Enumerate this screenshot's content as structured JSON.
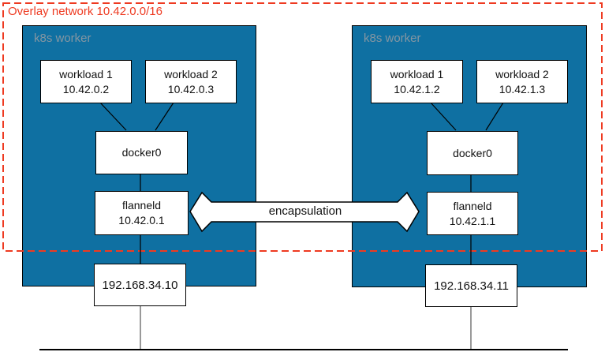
{
  "overlay": {
    "label": "Overlay network 10.42.0.0/16"
  },
  "workers": [
    {
      "label": "k8s worker",
      "workloads": [
        {
          "name": "workload 1",
          "ip": "10.42.0.2"
        },
        {
          "name": "workload 2",
          "ip": "10.42.0.3"
        }
      ],
      "bridge": {
        "name": "docker0"
      },
      "flannel": {
        "name": "flanneld",
        "ip": "10.42.0.1"
      },
      "host_ip": "192.168.34.10"
    },
    {
      "label": "k8s worker",
      "workloads": [
        {
          "name": "workload 1",
          "ip": "10.42.1.2"
        },
        {
          "name": "workload 2",
          "ip": "10.42.1.3"
        }
      ],
      "bridge": {
        "name": "docker0"
      },
      "flannel": {
        "name": "flanneld",
        "ip": "10.42.1.1"
      },
      "host_ip": "192.168.34.11"
    }
  ],
  "arrow": {
    "label": "encapsulation"
  },
  "colors": {
    "worker_fill": "#0f70a2",
    "overlay_red": "#ee3a21",
    "worker_label_gray": "#8496a2",
    "arrow_fill": "#ffffff",
    "line_black": "#000000",
    "line_gray": "#777777"
  }
}
